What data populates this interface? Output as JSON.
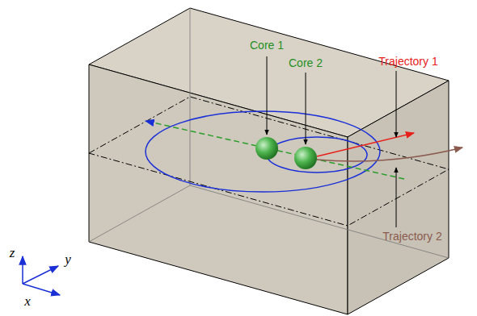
{
  "diagram": {
    "labels": [
      "Core 1",
      "Core 2",
      "Trajectory 1",
      "Trajectory 2",
      "z",
      "y",
      "x"
    ]
  }
}
